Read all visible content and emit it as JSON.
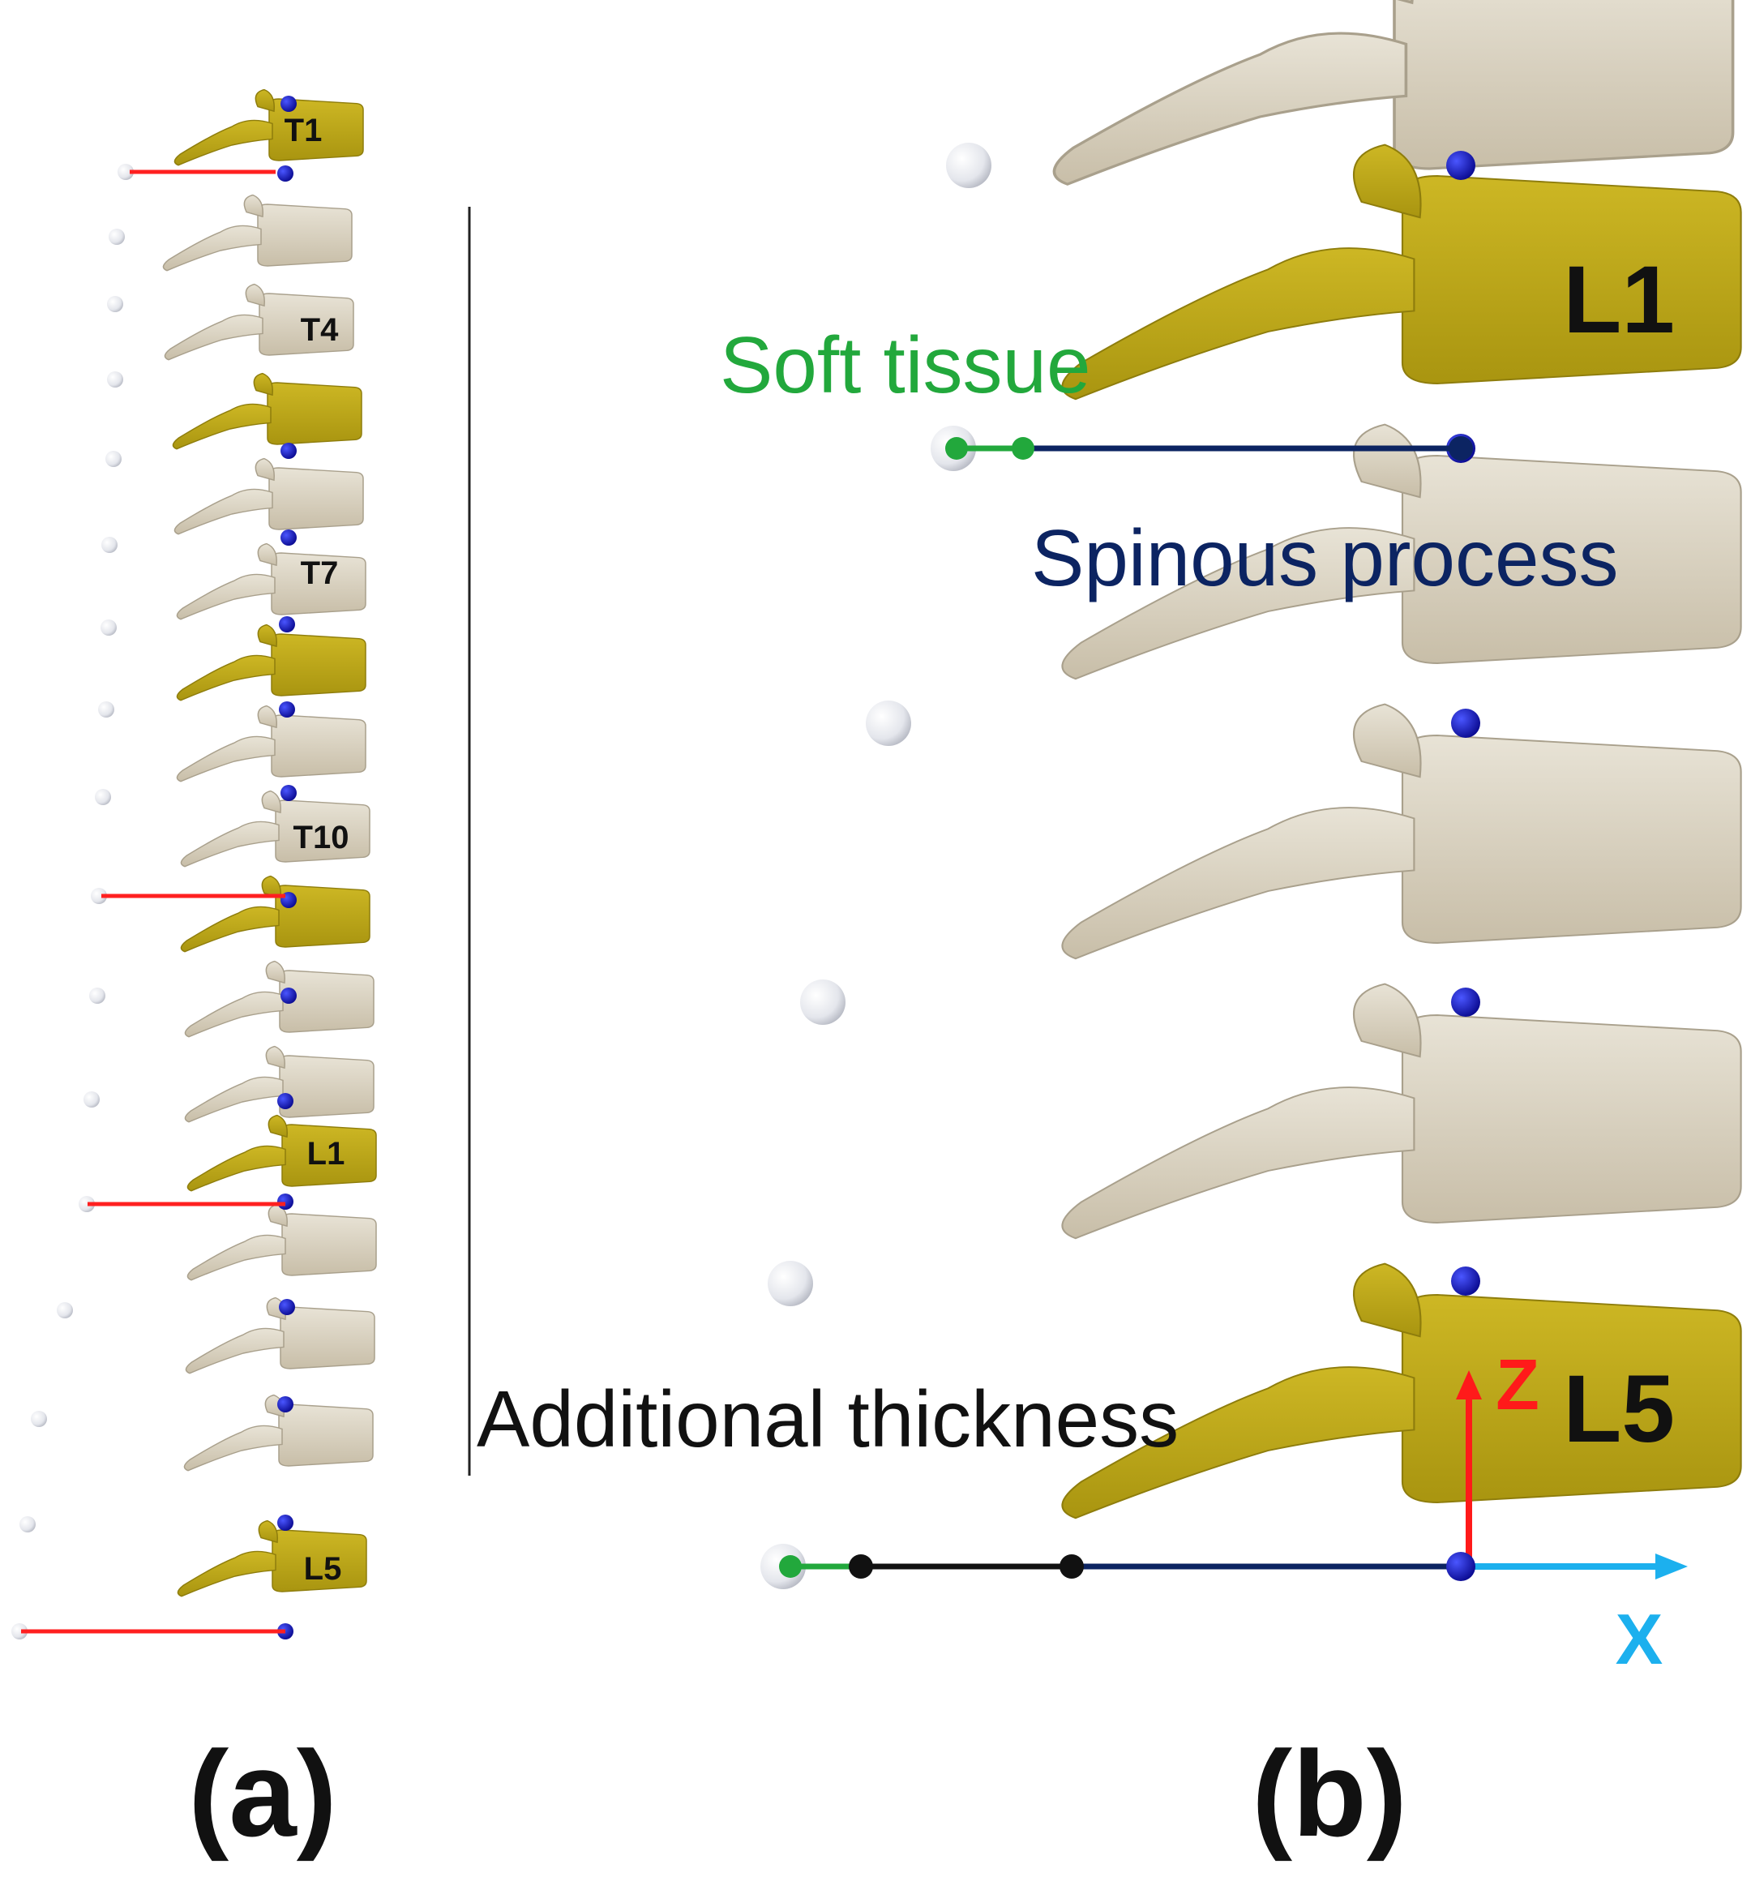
{
  "panel_a": {
    "caption": "(a)",
    "labels": {
      "t1": "T1",
      "t4": "T4",
      "t7": "T7",
      "t10": "T10",
      "l1": "L1",
      "l5": "L5"
    }
  },
  "panel_b": {
    "caption": "(b)",
    "labels": {
      "l1": "L1",
      "l5": "L5",
      "soft_tissue": "Soft tissue",
      "spinous_process": "Spinous process",
      "additional_thickness": "Additional thickness",
      "axis_z": "Z",
      "axis_x": "X"
    }
  },
  "colors": {
    "highlighted_vertebra": "#bba512",
    "vertebra": "#d6cfbd",
    "marker_line": "#ff2020",
    "soft_tissue": "#22a83c",
    "spinous_process": "#0c2462",
    "additional_thickness": "#111111",
    "axis_z": "#ff1a1a",
    "axis_x": "#1cb0ee",
    "anterior_marker": "#1414b4",
    "skin_marker": "#e6e8ee"
  }
}
